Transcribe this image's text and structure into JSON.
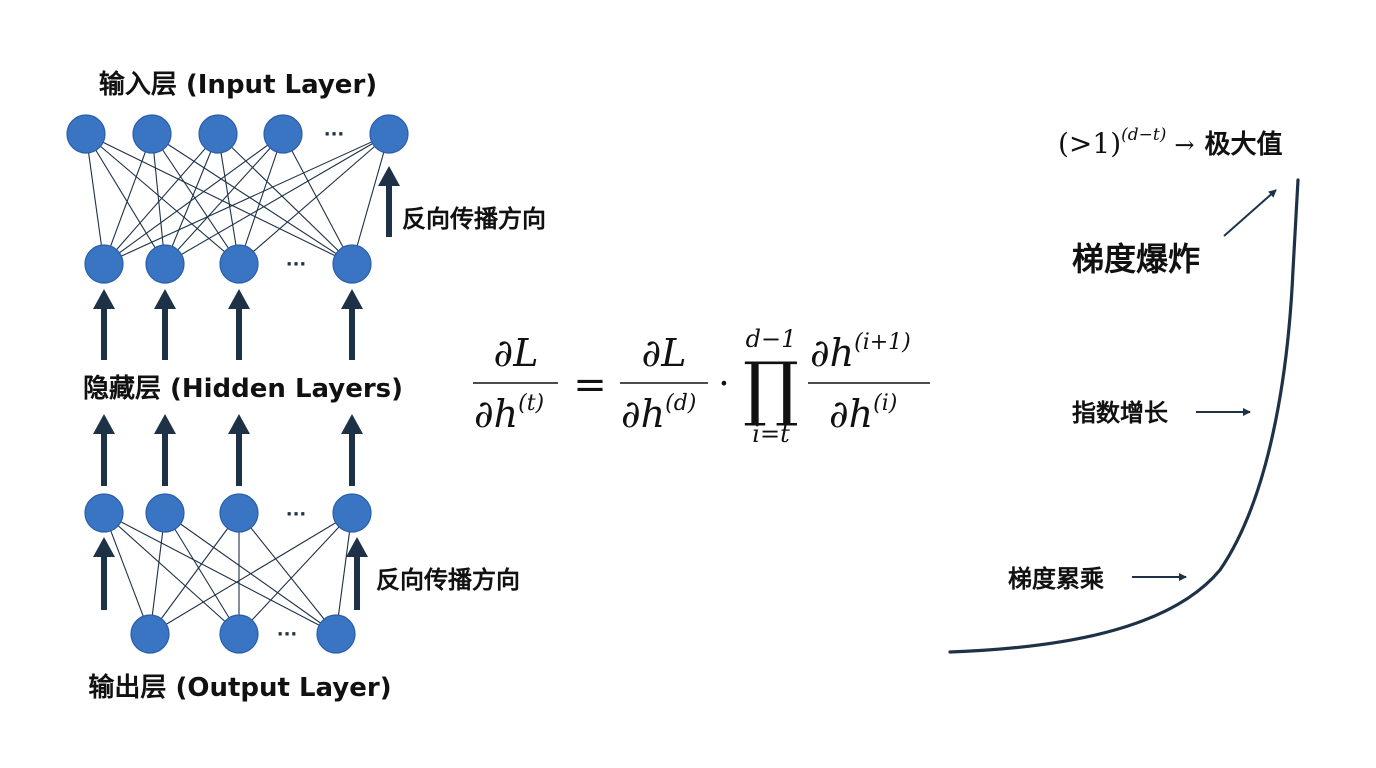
{
  "network": {
    "input_layer_label": "输入层 (Input Layer)",
    "hidden_layers_label": "隐藏层 (Hidden Layers)",
    "output_layer_label": "输出层 (Output Layer)",
    "backprop_direction_top": "反向传播方向",
    "backprop_direction_bottom": "反向传播方向",
    "ellipsis": "···",
    "node_color": "#3a75c4",
    "arrow_color": "#1e3247"
  },
  "formula": {
    "lhs_num": "∂L",
    "lhs_den_base": "∂h",
    "lhs_den_sup": "(t)",
    "equals": "=",
    "rhs_num": "∂L",
    "rhs_den_base": "∂h",
    "rhs_den_sup": "(d)",
    "dot": "·",
    "prod_symbol": "∏",
    "prod_upper": "d−1",
    "prod_lower": "i=t",
    "frac_num_base": "∂h",
    "frac_num_sup": "(i+1)",
    "frac_den_base": "∂h",
    "frac_den_sup": "(i)"
  },
  "curve": {
    "explosion_label": "梯度爆炸",
    "top_expr_base": "(>1)",
    "top_expr_sup": "(d−t)",
    "top_expr_arrow": "→",
    "top_expr_result": "极大值",
    "growth_label": "指数增长",
    "product_label": "梯度累乘",
    "curve_color": "#1e3247"
  }
}
